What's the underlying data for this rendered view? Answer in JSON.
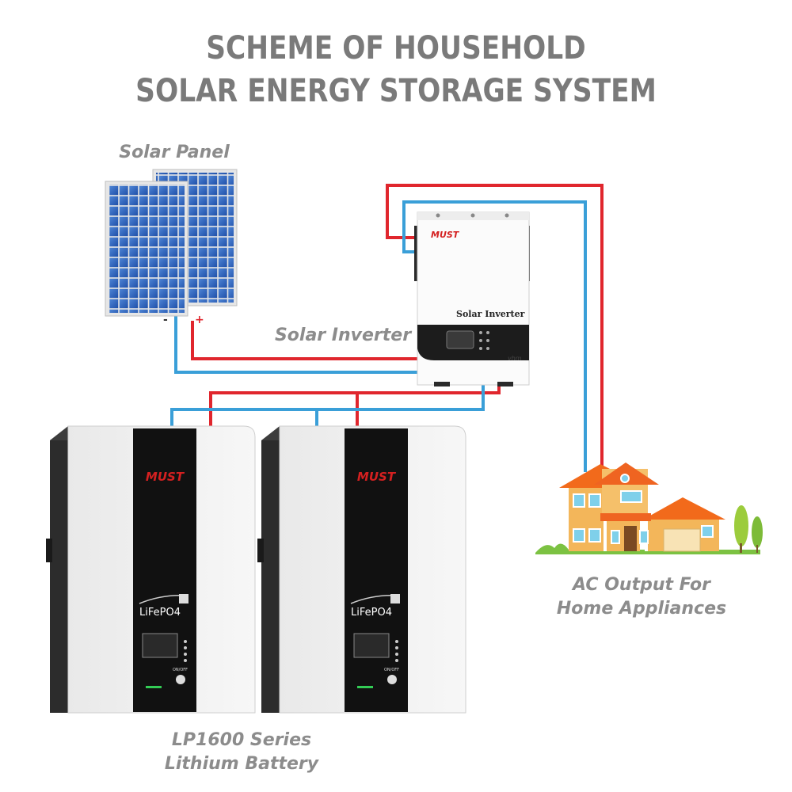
{
  "title": {
    "line1": "SCHEME OF HOUSEHOLD",
    "line2": "SOLAR ENERGY STORAGE SYSTEM"
  },
  "labels": {
    "solar_panel": "Solar Panel",
    "solar_inverter": "Solar Inverter",
    "ac_output_line1": "AC Output For",
    "ac_output_line2": "Home Appliances",
    "battery_line1": "LP1600 Series",
    "battery_line2": "Lithium Battery"
  },
  "panel_terminals": {
    "negative": "-",
    "positive": "+"
  },
  "inverter": {
    "brand": "MUST",
    "model_text": "Solar Inverter",
    "badge": "vhm"
  },
  "batteries": [
    {
      "brand": "MUST",
      "chemistry": "LiFePO4",
      "switch_label": "ON/OFF"
    },
    {
      "brand": "MUST",
      "chemistry": "LiFePO4",
      "switch_label": "ON/OFF"
    }
  ],
  "colors": {
    "positive_wire": "#e0262d",
    "negative_wire": "#3a9fd8",
    "title": "#7a7a7a",
    "label": "#8c8c8c",
    "brand": "#d42020"
  }
}
